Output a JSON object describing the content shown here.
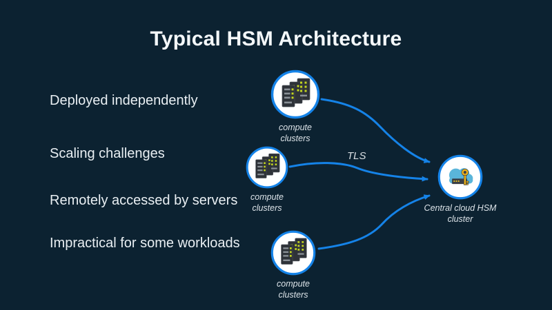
{
  "slide": {
    "title": "Typical HSM Architecture",
    "colors": {
      "background": "#0c2231",
      "accent_blue": "#1583e8",
      "heading_text": "#f4f8fa",
      "body_text": "#e9eff3",
      "label_text": "#dde4e9",
      "server_dark": "#2e3238",
      "led_green": "#c3d51f",
      "cloud_blue": "#5ab5da",
      "key_gold": "#f0b41c"
    }
  },
  "bullets": [
    "Deployed independently",
    "Scaling challenges",
    "Remotely accessed by servers",
    "Impractical for some workloads"
  ],
  "diagram": {
    "compute_clusters": [
      {
        "label": "compute clusters",
        "icon": "server-stack-icon"
      },
      {
        "label": "compute clusters",
        "icon": "server-stack-icon"
      },
      {
        "label": "compute clusters",
        "icon": "server-stack-icon"
      }
    ],
    "hsm_node": {
      "label": "Central cloud HSM cluster",
      "icon": "cloud-key-icon"
    },
    "tls_label": "TLS"
  }
}
